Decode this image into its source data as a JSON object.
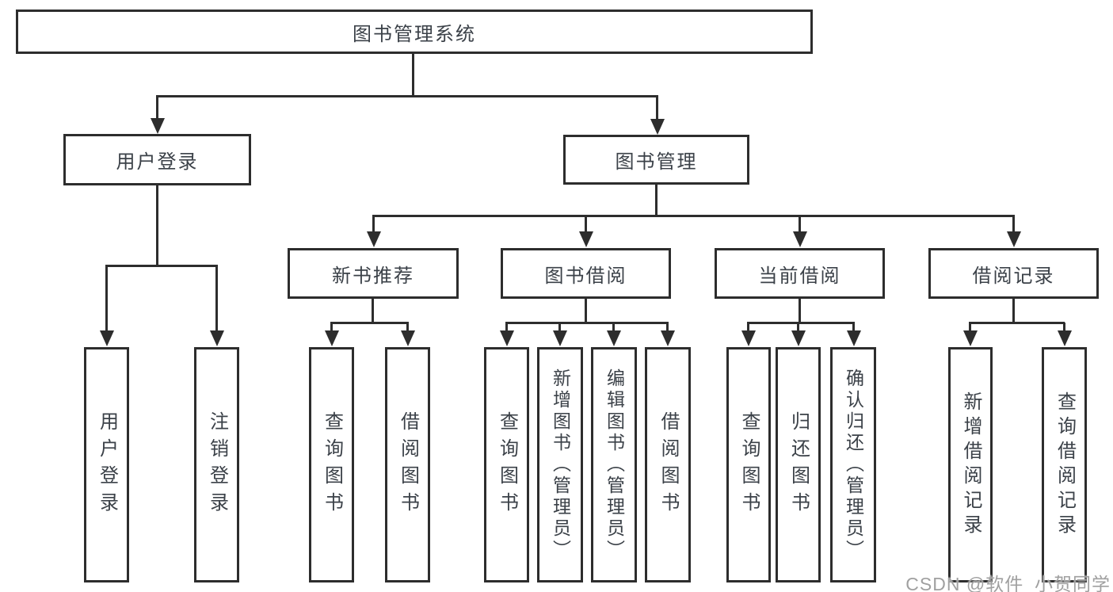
{
  "tree": {
    "root": {
      "label": "图书管理系统"
    },
    "branches": [
      {
        "label": "用户登录",
        "children": [
          "用户登录",
          "注销登录"
        ]
      },
      {
        "label": "图书管理",
        "sections": [
          {
            "label": "新书推荐",
            "children": [
              "查询图书",
              "借阅图书"
            ]
          },
          {
            "label": "图书借阅",
            "children": [
              "查询图书",
              "新增图书（管理员）",
              "编辑图书（管理员）",
              "借阅图书"
            ]
          },
          {
            "label": "当前借阅",
            "children": [
              "查询图书",
              "归还图书",
              "确认归还（管理员）"
            ]
          },
          {
            "label": "借阅记录",
            "children": [
              "新增借阅记录",
              "查询借阅记录"
            ]
          }
        ]
      }
    ]
  },
  "watermark": {
    "text": "CSDN @软件_小贺同学"
  },
  "colors": {
    "line": "#2d2d2d",
    "text": "#3b4148",
    "background": "#ffffff",
    "watermark": "#a0a0a0"
  }
}
